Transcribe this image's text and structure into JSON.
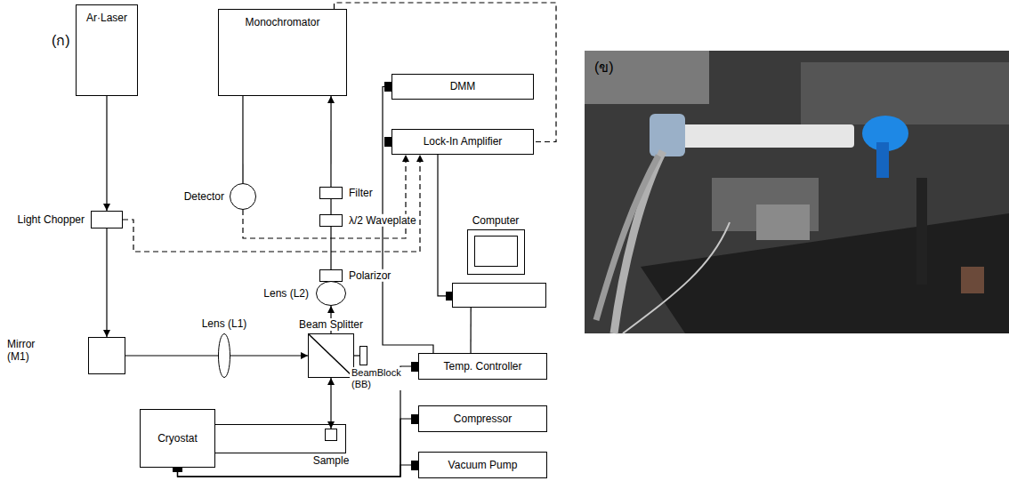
{
  "diagram": {
    "nodes": [
      {
        "text": [
          "Ar·Laser"
        ]
      },
      {
        "text": [
          "Monochromator"
        ]
      },
      {
        "text": [
          "DMM"
        ]
      },
      {
        "text": [
          "Lock-In Amplifier"
        ]
      },
      {
        "text": [
          "Light Chopper"
        ]
      },
      {
        "text": [
          "Detector"
        ]
      },
      {
        "text": [
          "Filter"
        ]
      },
      {
        "text": [
          "λ/2 Waveplate"
        ]
      },
      {
        "text": [
          "Polarizor"
        ]
      },
      {
        "text": [
          "Computer"
        ]
      },
      {
        "text": [
          "Lens (L2)"
        ]
      },
      {
        "text": [
          "Mirror (M1)"
        ]
      },
      {
        "text": [
          "Lens (L1)"
        ]
      },
      {
        "text": [
          "Beam Splitter"
        ]
      },
      {
        "text": [
          "BeamBlock (BB)"
        ]
      },
      {
        "text": [
          "Temp. Controller"
        ]
      },
      {
        "text": [
          "Compressor"
        ]
      },
      {
        "text": [
          "Vacuum Pump"
        ]
      },
      {
        "text": [
          "Cryostat"
        ]
      },
      {
        "text": [
          "Sample"
        ]
      }
    ],
    "edges": [
      {
        "from": 0,
        "to": 4,
        "arrow": "to"
      },
      {
        "from": 4,
        "to": 11,
        "arrow": "to"
      },
      {
        "from": 11,
        "to": 12,
        "arrow": "none"
      },
      {
        "from": 12,
        "to": 13,
        "arrow": "to"
      },
      {
        "from": 13,
        "to": 14,
        "arrow": "none"
      },
      {
        "from": 13,
        "to": 19,
        "arrow": "both"
      },
      {
        "from": 13,
        "to": 10,
        "arrow": "to"
      },
      {
        "from": 10,
        "to": 8,
        "arrow": "to"
      },
      {
        "from": 8,
        "to": 7,
        "arrow": "none"
      },
      {
        "from": 7,
        "to": 6,
        "arrow": "none"
      },
      {
        "from": 6,
        "to": 1,
        "arrow": "to"
      },
      {
        "from": 5,
        "to": 1,
        "arrow": "none"
      },
      {
        "from": 1,
        "to": 3,
        "arrow": "none"
      },
      {
        "from": 5,
        "to": 3,
        "arrow": "to"
      },
      {
        "from": 4,
        "to": 3,
        "arrow": "to"
      },
      {
        "from": 2,
        "to": 15,
        "arrow": "none"
      },
      {
        "from": 3,
        "to": 9,
        "arrow": "none"
      },
      {
        "from": 9,
        "to": 15,
        "arrow": "none"
      },
      {
        "from": 15,
        "to": 18,
        "arrow": "none"
      },
      {
        "from": 16,
        "to": 18,
        "arrow": "none"
      },
      {
        "from": 17,
        "to": 18,
        "arrow": "none"
      }
    ],
    "labels": [
      "(ก)",
      "(ข)"
    ]
  }
}
